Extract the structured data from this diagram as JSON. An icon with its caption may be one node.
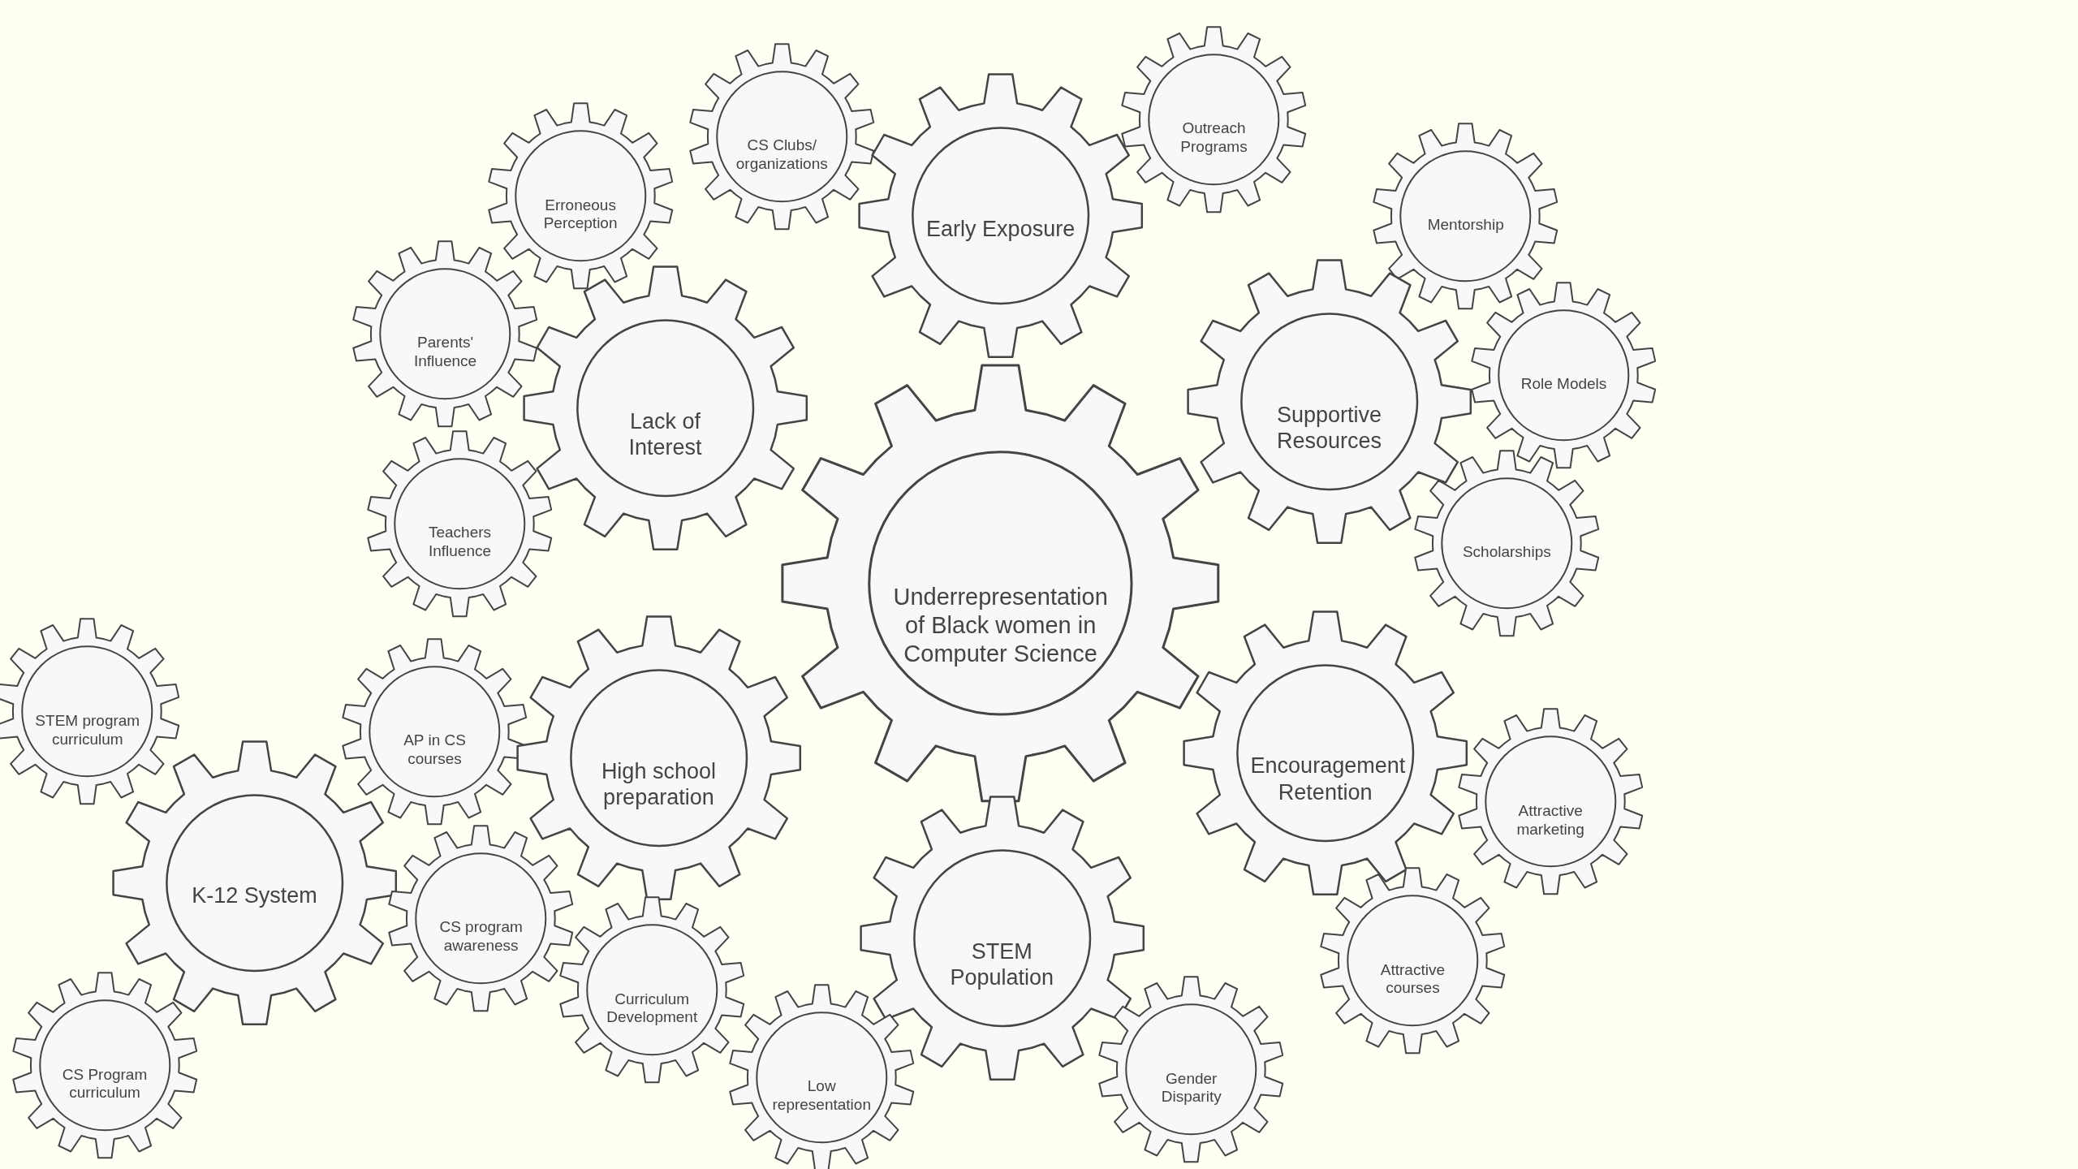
{
  "diagram": {
    "nodes": [
      {
        "text": [
          "Outreach Programs"
        ]
      },
      {
        "text": [
          "CS Clubs/ organizations"
        ]
      },
      {
        "text": [
          "Erroneous Perception"
        ]
      },
      {
        "text": [
          "Early Exposure"
        ]
      },
      {
        "text": [
          "Mentorship"
        ]
      },
      {
        "text": [
          "Parents' Influence"
        ]
      },
      {
        "text": [
          "Role Models"
        ]
      },
      {
        "text": [
          "Supportive Resources"
        ]
      },
      {
        "text": [
          "Lack of Interest"
        ]
      },
      {
        "text": [
          "Teachers Influence"
        ]
      },
      {
        "text": [
          "Scholarships"
        ]
      },
      {
        "text": [
          "Underrepresentation of Black women in Computer Science"
        ]
      },
      {
        "text": [
          "STEM program curriculum"
        ]
      },
      {
        "text": [
          "AP in CS courses"
        ]
      },
      {
        "text": [
          "Encouragement Retention"
        ]
      },
      {
        "text": [
          "High school preparation"
        ]
      },
      {
        "text": [
          "Attractive marketing"
        ]
      },
      {
        "text": [
          "K-12 System"
        ]
      },
      {
        "text": [
          "CS program awareness"
        ]
      },
      {
        "text": [
          "STEM Population"
        ]
      },
      {
        "text": [
          "Attractive courses"
        ]
      },
      {
        "text": [
          "Curriculum Development"
        ]
      },
      {
        "text": [
          "CS Program curriculum"
        ]
      },
      {
        "text": [
          "Gender Disparity"
        ]
      },
      {
        "text": [
          "Low representation"
        ]
      }
    ]
  }
}
